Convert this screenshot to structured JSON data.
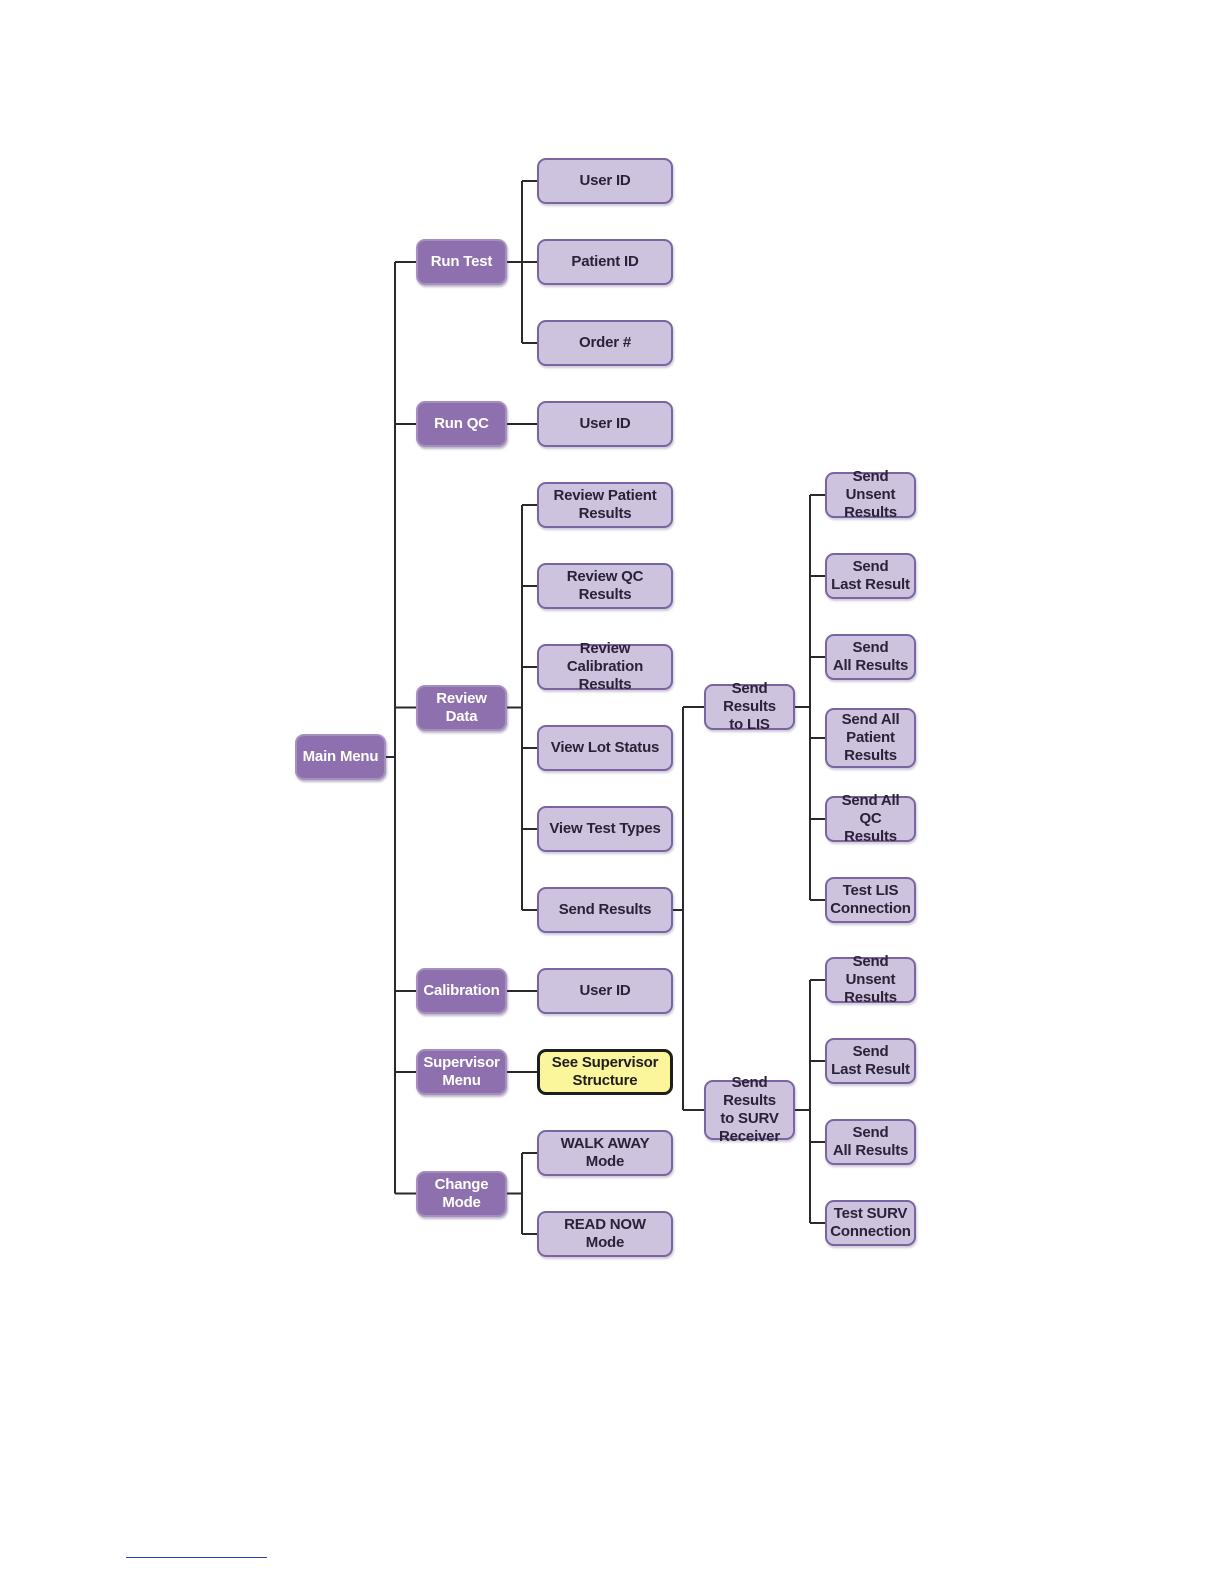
{
  "diagram": {
    "root": {
      "label": "Main Menu",
      "children": [
        {
          "label": "Run Test",
          "children": [
            {
              "label": "User ID"
            },
            {
              "label": "Patient ID"
            },
            {
              "label": "Order #"
            }
          ]
        },
        {
          "label": "Run QC",
          "children": [
            {
              "label": "User ID"
            }
          ]
        },
        {
          "label": "Review Data",
          "children": [
            {
              "label": "Review Patient\nResults"
            },
            {
              "label": "Review QC Results"
            },
            {
              "label": "Review Calibration\nResults"
            },
            {
              "label": "View Lot Status"
            },
            {
              "label": "View Test Types"
            },
            {
              "label": "Send Results",
              "children": [
                {
                  "label": "Send Results\nto LIS",
                  "children": [
                    {
                      "label": "Send Unsent\nResults"
                    },
                    {
                      "label": "Send\nLast Result"
                    },
                    {
                      "label": "Send\nAll Results"
                    },
                    {
                      "label": "Send All\nPatient\nResults"
                    },
                    {
                      "label": "Send All QC\nResults"
                    },
                    {
                      "label": "Test LIS\nConnection"
                    }
                  ]
                },
                {
                  "label": "Send Results\nto SURV\nReceiver",
                  "children": [
                    {
                      "label": "Send Unsent\nResults"
                    },
                    {
                      "label": "Send\nLast Result"
                    },
                    {
                      "label": "Send\nAll Results"
                    },
                    {
                      "label": "Test SURV\nConnection"
                    }
                  ]
                }
              ]
            }
          ]
        },
        {
          "label": "Calibration",
          "children": [
            {
              "label": "User ID"
            }
          ]
        },
        {
          "label": "Supervisor\nMenu",
          "children": [
            {
              "label": "See Supervisor\nStructure",
              "highlight": true
            }
          ]
        },
        {
          "label": "Change\nMode",
          "children": [
            {
              "label": "WALK AWAY\nMode"
            },
            {
              "label": "READ NOW\nMode"
            }
          ]
        }
      ]
    },
    "colors": {
      "primary_node": "#8d70ad",
      "secondary_node": "#cdc3df",
      "highlight_node": "#fbf59b",
      "connector": "#2a2a2a"
    }
  }
}
